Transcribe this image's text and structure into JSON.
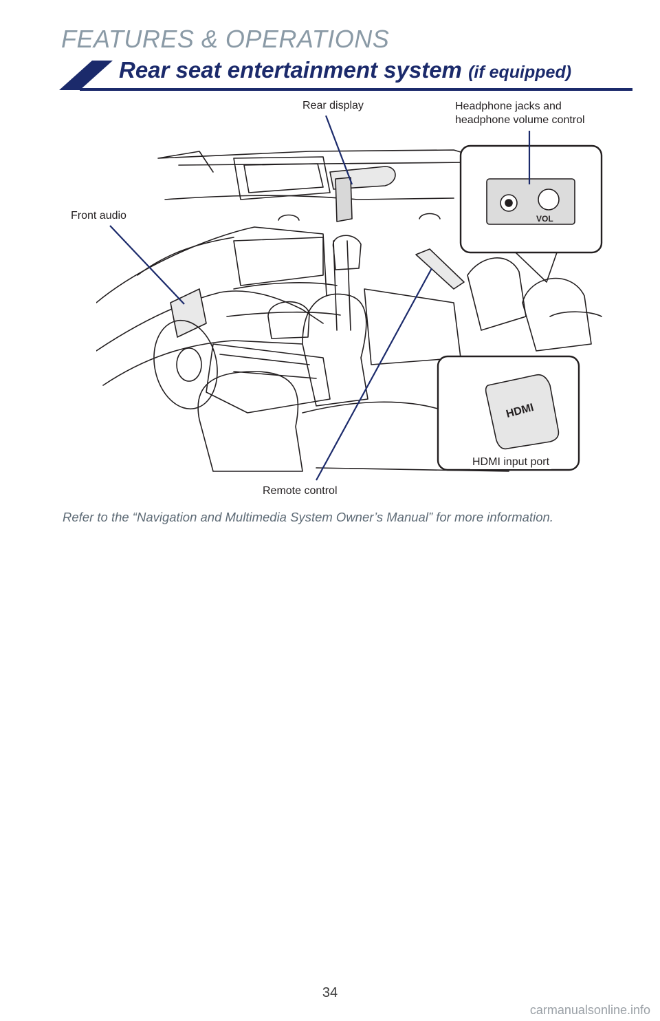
{
  "header": {
    "section": "FEATURES & OPERATIONS",
    "title_main": "Rear seat entertainment system",
    "title_sub": "(if equipped)"
  },
  "colors": {
    "accent_navy": "#1b2a6b",
    "header_gray": "#8a9aa6",
    "body_gray": "#5d6a75"
  },
  "figure": {
    "callouts": {
      "rear_display": "Rear display",
      "headphone": [
        "Headphone jacks and",
        "headphone volume control"
      ],
      "front_audio": "Front audio",
      "hdmi_port": "HDMI input port",
      "remote_control": "Remote control"
    },
    "inset_labels": {
      "vol": "VOL",
      "hdmi": "HDMI"
    }
  },
  "body": {
    "text": "Refer to the “Navigation and Multimedia System Owner’s Manual” for more information."
  },
  "footer": {
    "page_number": "34",
    "watermark": "carmanualsonline.info"
  }
}
